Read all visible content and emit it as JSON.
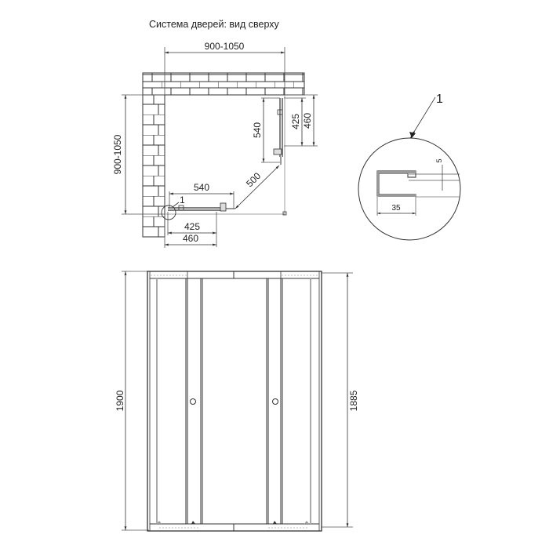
{
  "title": "Система дверей: вид сверху",
  "plan_view": {
    "width_dim": "900-1050",
    "depth_dim": "900-1050",
    "bottom_door_open": "540",
    "bottom_fixed_inner": "425",
    "bottom_fixed_outer": "460",
    "right_door_open": "540",
    "right_fixed_inner": "425",
    "right_fixed_outer": "460",
    "diagonal": "500",
    "callout_label": "1"
  },
  "detail_view": {
    "callout_label": "1",
    "profile_width": "35",
    "gap": "5"
  },
  "elevation_view": {
    "overall_height": "1900",
    "door_height": "1885"
  },
  "colors": {
    "line": "#333333",
    "light_line": "#9a9a9a",
    "background": "#ffffff"
  }
}
